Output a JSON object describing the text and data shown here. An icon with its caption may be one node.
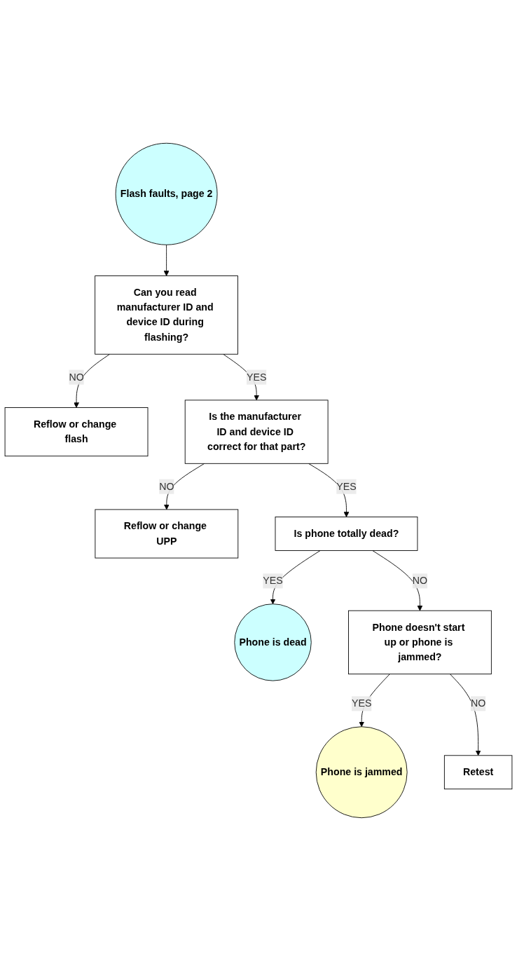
{
  "diagram": {
    "nodes": [
      {
        "text": [
          "Flash faults, page 2"
        ]
      },
      {
        "text": [
          "Can you read manufacturer ID and device ID during flashing?"
        ]
      },
      {
        "text": [
          "Reflow or change flash"
        ]
      },
      {
        "text": [
          "Is the manufacturer ID and device ID correct for that part?"
        ]
      },
      {
        "text": [
          "Reflow or change UPP"
        ]
      },
      {
        "text": [
          "Is phone totally dead?"
        ]
      },
      {
        "text": [
          "Phone is dead"
        ]
      },
      {
        "text": [
          "Phone doesn't start up or phone is jammed?"
        ]
      },
      {
        "text": [
          "Phone is jammed"
        ]
      },
      {
        "text": [
          "Retest"
        ]
      }
    ],
    "edges": [
      {
        "from": 0,
        "to": 1,
        "arrow": "to"
      },
      {
        "from": 1,
        "to": 2,
        "arrow": "to",
        "label": "NO"
      },
      {
        "from": 1,
        "to": 3,
        "arrow": "to",
        "label": "YES"
      },
      {
        "from": 3,
        "to": 4,
        "arrow": "to",
        "label": "NO"
      },
      {
        "from": 3,
        "to": 5,
        "arrow": "to",
        "label": "YES"
      },
      {
        "from": 5,
        "to": 6,
        "arrow": "to",
        "label": "YES"
      },
      {
        "from": 5,
        "to": 7,
        "arrow": "to",
        "label": "NO"
      },
      {
        "from": 7,
        "to": 8,
        "arrow": "to",
        "label": "YES"
      },
      {
        "from": 7,
        "to": 9,
        "arrow": "to",
        "label": "NO"
      }
    ]
  }
}
